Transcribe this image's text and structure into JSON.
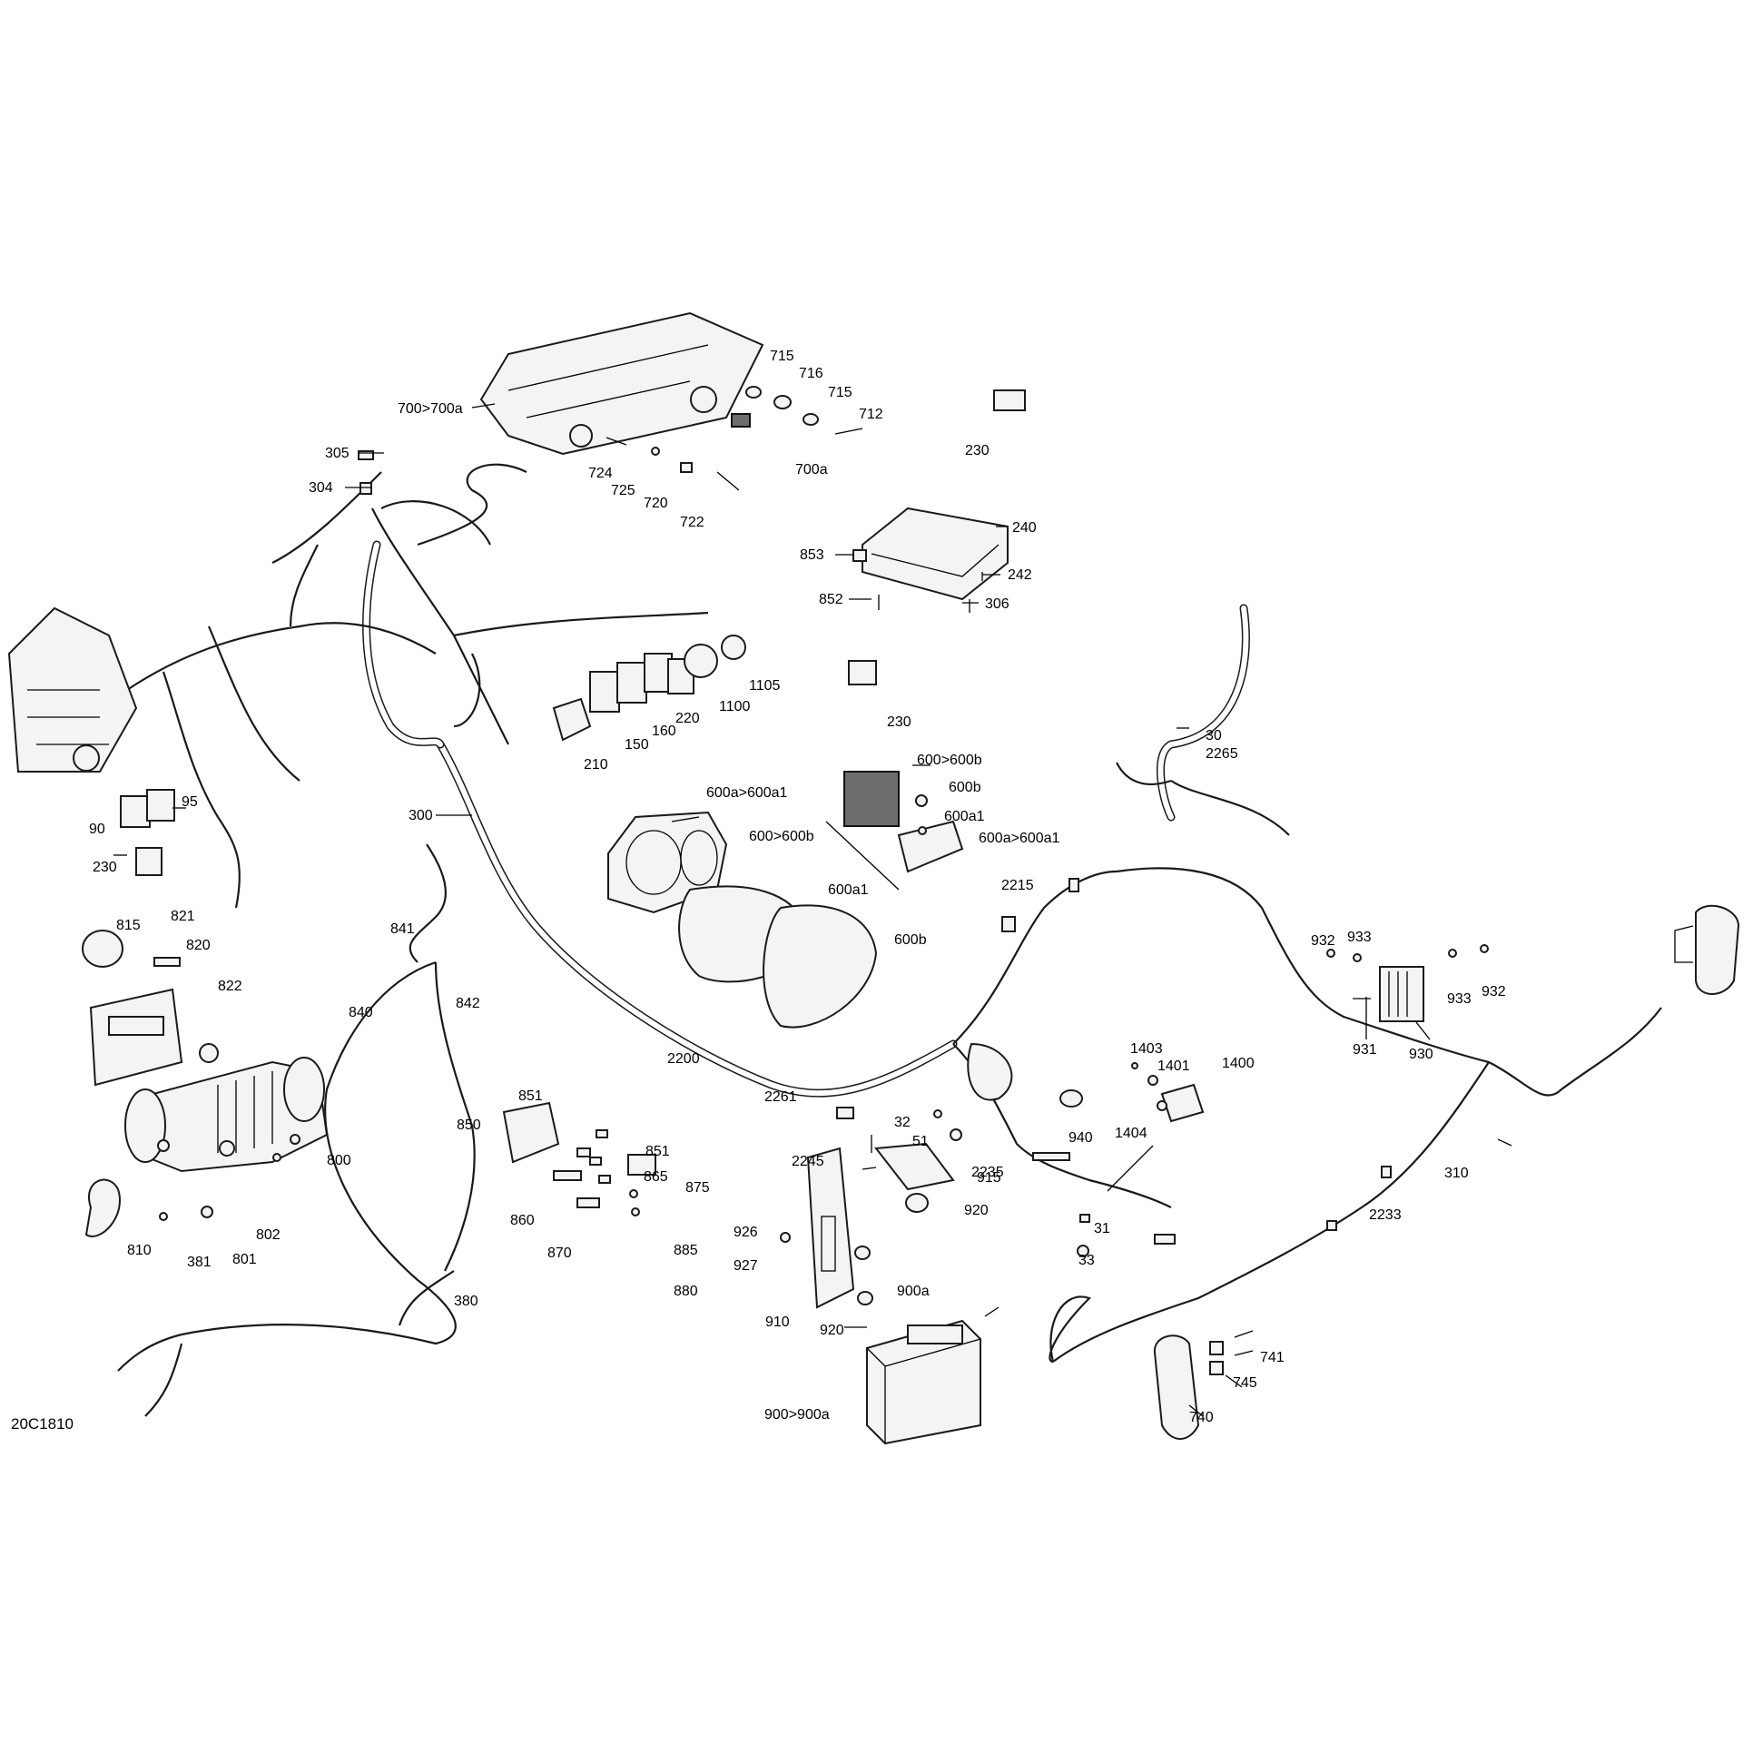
{
  "diagram_code": "20C1810",
  "callouts": [
    "700>700a",
    "715",
    "716",
    "715",
    "712",
    "724",
    "725",
    "720",
    "722",
    "700a",
    "305",
    "304",
    "230",
    "240",
    "853",
    "242",
    "852",
    "306",
    "1105",
    "1100",
    "220",
    "160",
    "150",
    "210",
    "230",
    "30",
    "2265",
    "600>600b",
    "600b",
    "600a1",
    "600a>600a1",
    "600a>600a1",
    "600>600b",
    "600a1",
    "600b",
    "95",
    "90",
    "230",
    "300",
    "841",
    "842",
    "840",
    "815",
    "821",
    "820",
    "822",
    "800",
    "810",
    "381",
    "801",
    "802",
    "2200",
    "851",
    "850",
    "851",
    "865",
    "875",
    "860",
    "870",
    "885",
    "880",
    "2215",
    "2261",
    "32",
    "51",
    "2245",
    "2235",
    "915",
    "920",
    "926",
    "927",
    "910",
    "920",
    "900a",
    "900>900a",
    "940",
    "1403",
    "1401",
    "1400",
    "1404",
    "31",
    "33",
    "310",
    "2233",
    "932",
    "933",
    "931",
    "930",
    "933",
    "932",
    "741",
    "745",
    "740",
    "380"
  ]
}
